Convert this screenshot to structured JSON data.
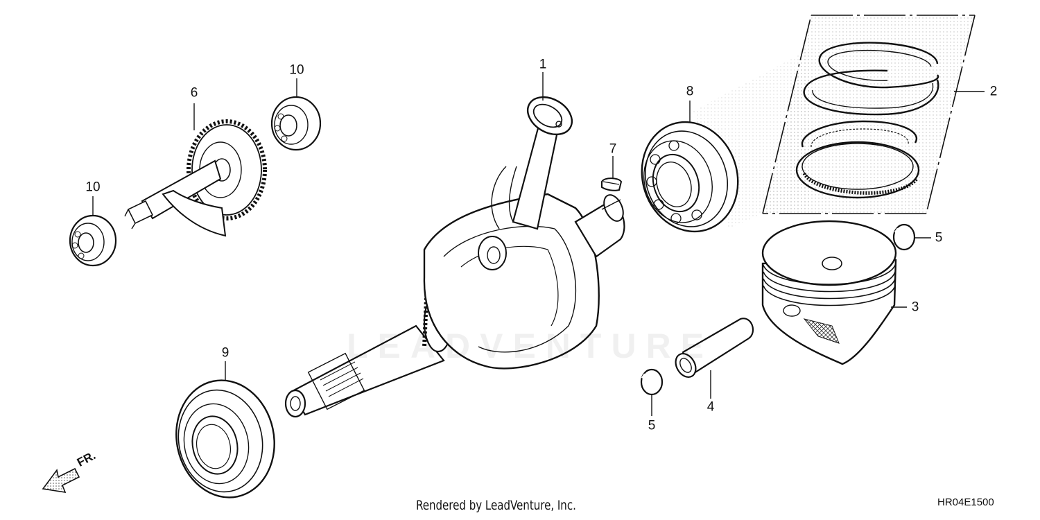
{
  "callouts": {
    "p1": "1",
    "p2": "2",
    "p3": "3",
    "p4": "4",
    "p5a": "5",
    "p5b": "5",
    "p6": "6",
    "p7": "7",
    "p8": "8",
    "p9": "9",
    "p10a": "10",
    "p10b": "10"
  },
  "direction_label": "FR.",
  "watermark": "LEADVENTURE",
  "footer": {
    "credit": "Rendered by LeadVenture, Inc.",
    "code": "HR04E1500"
  }
}
